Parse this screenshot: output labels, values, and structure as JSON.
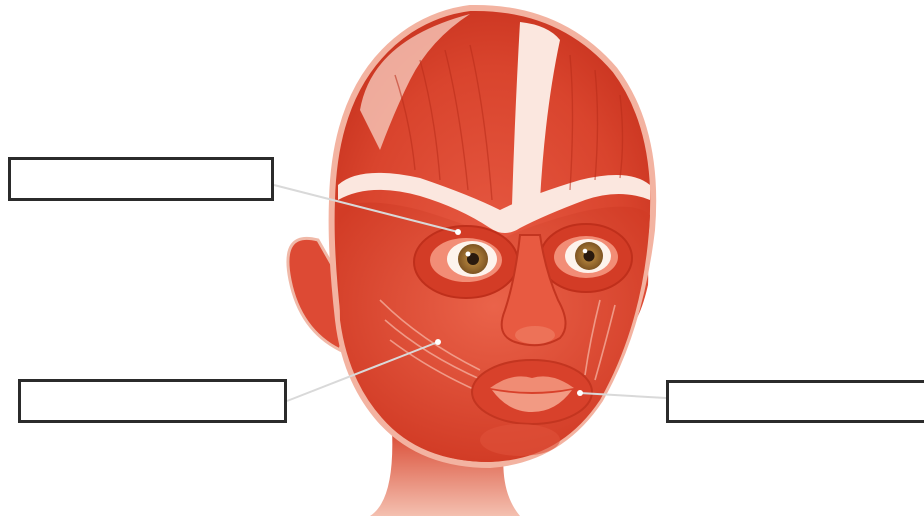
{
  "labels": [
    {
      "id": "label-box-1",
      "text": "",
      "target": "orbicularis-oculi"
    },
    {
      "id": "label-box-2",
      "text": "",
      "target": "zygomaticus"
    },
    {
      "id": "label-box-3",
      "text": "",
      "target": "orbicularis-oris"
    }
  ],
  "colors": {
    "muscle_dark": "#c8331f",
    "muscle_mid": "#e0513a",
    "muscle_light": "#f4b4a2",
    "tendon": "#fbe7df",
    "iris": "#a5772f",
    "pupil": "#2a1a0e",
    "leader_line": "#d9d9d9",
    "box_border": "#2b2b2b"
  }
}
